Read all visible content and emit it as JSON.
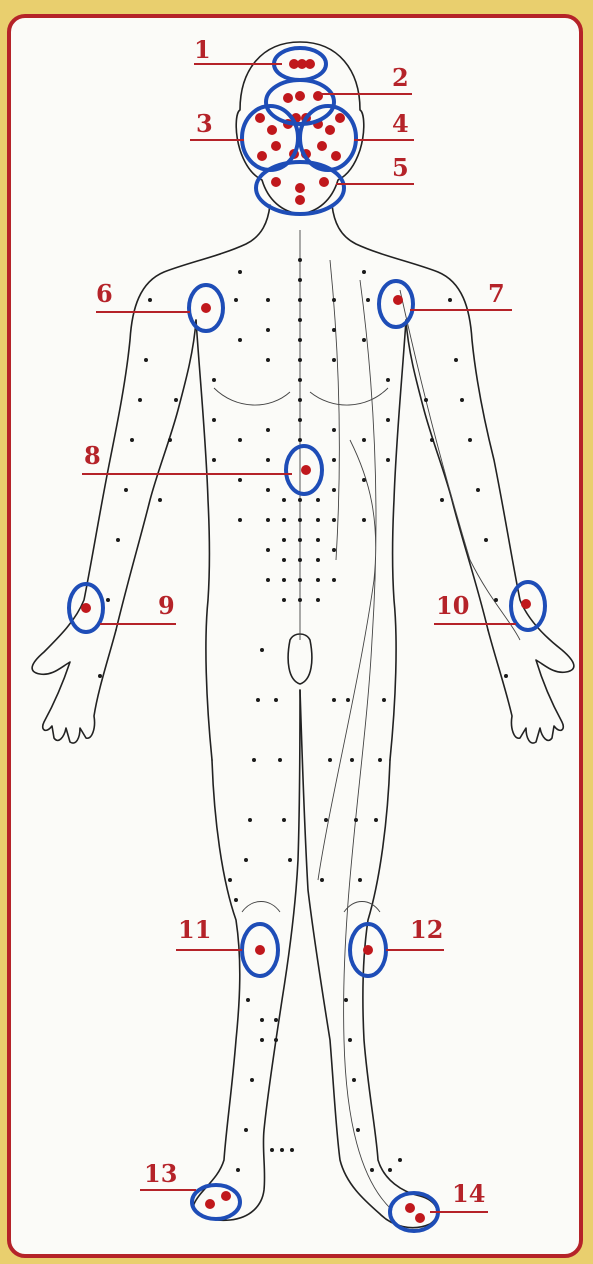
{
  "colors": {
    "background": "#e9cf6e",
    "frame": "#b52329",
    "label": "#b52329",
    "ring": "#1e4db7",
    "marker": "#c0181c",
    "acupoint": "#1a1a1a",
    "outline": "#222222"
  },
  "callouts": [
    {
      "id": "1",
      "label": "1"
    },
    {
      "id": "2",
      "label": "2"
    },
    {
      "id": "3",
      "label": "3"
    },
    {
      "id": "4",
      "label": "4"
    },
    {
      "id": "5",
      "label": "5"
    },
    {
      "id": "6",
      "label": "6"
    },
    {
      "id": "7",
      "label": "7"
    },
    {
      "id": "8",
      "label": "8"
    },
    {
      "id": "9",
      "label": "9"
    },
    {
      "id": "10",
      "label": "10"
    },
    {
      "id": "11",
      "label": "11"
    },
    {
      "id": "12",
      "label": "12"
    },
    {
      "id": "13",
      "label": "13"
    },
    {
      "id": "14",
      "label": "14"
    }
  ]
}
